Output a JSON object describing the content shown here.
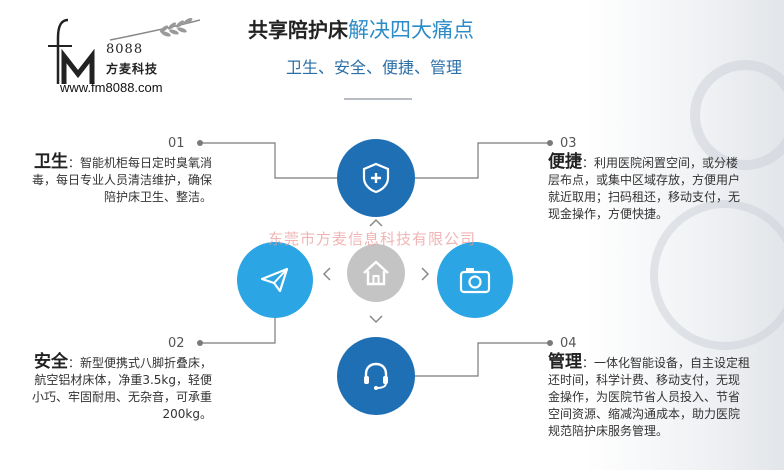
{
  "logo": {
    "num": "8088",
    "name": "方麦科技",
    "url": "www.fm8088.com"
  },
  "header": {
    "title_dark": "共享陪护床",
    "title_blue": "解决四大痛点",
    "subtitle": "卫生、安全、便捷、管理"
  },
  "points": [
    {
      "num": "01",
      "head": "卫生",
      "text": "：智能机柜每日定时臭氧消毒，每日专业人员清洁维护，确保陪护床卫生、整洁。"
    },
    {
      "num": "02",
      "head": "安全",
      "text": "：新型便携式八脚折叠床，航空铝材床体，净重3.5kg，轻便小巧、牢固耐用、无杂音，可承重200kg。"
    },
    {
      "num": "03",
      "head": "便捷",
      "text": "：利用医院闲置空间，或分楼层布点，或集中区域存放，方便用户就近取用；扫码租还，移动支付，无现金操作，方便快捷。"
    },
    {
      "num": "04",
      "head": "管理",
      "text": "：一体化智能设备，自主设定租还时间，科学计费、移动支付，无现金操作，为医院节省人员投入、节省空间资源、缩减沟通成本，助力医院规范陪护床服务管理。"
    }
  ],
  "watermark": "东莞市方麦信息科技有限公司",
  "icons": {
    "top": "shield-plus-icon",
    "left": "paper-plane-icon",
    "right": "camera-icon",
    "bottom": "headset-icon",
    "center": "home-icon"
  },
  "colors": {
    "dark_blue": "#1f6fb5",
    "light_blue": "#2ba5e3",
    "center_gray": "#c4c4c4"
  }
}
